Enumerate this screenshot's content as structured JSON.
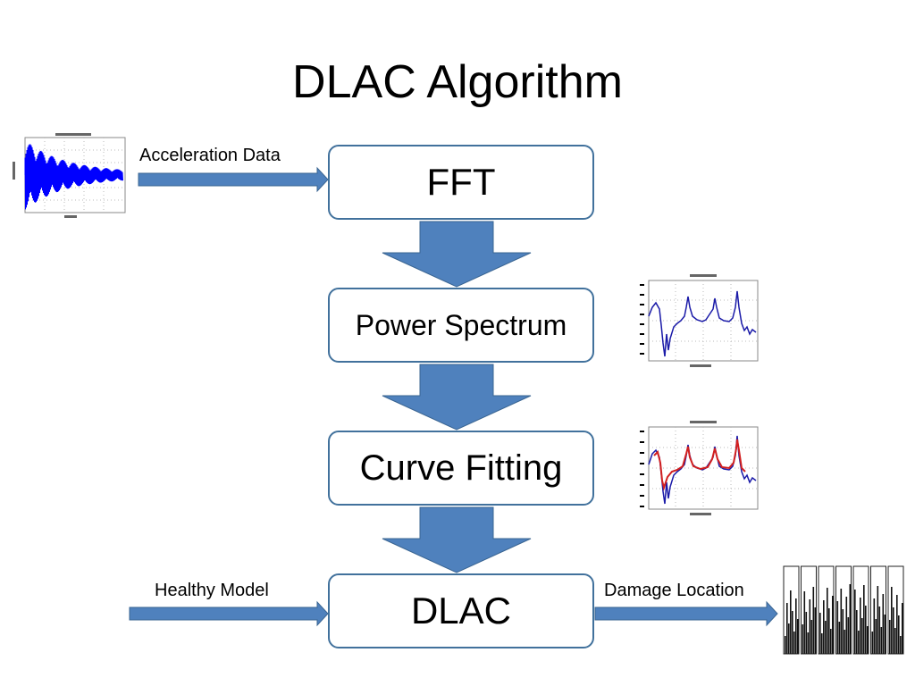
{
  "title": "DLAC Algorithm",
  "steps": [
    {
      "label": "FFT"
    },
    {
      "label": "Power Spectrum"
    },
    {
      "label": "Curve Fitting"
    },
    {
      "label": "DLAC"
    }
  ],
  "inputs": {
    "acceleration": "Acceleration Data",
    "healthy": "Healthy Model"
  },
  "output": {
    "damage": "Damage Location"
  },
  "colors": {
    "arrow": "#4f81bd",
    "arrow_edge": "#3a6592",
    "box_border": "#41719c",
    "signal": "#0000ff",
    "fit": "#d22020"
  },
  "thumbnails": [
    "acceleration-plot",
    "power-spectrum-plot",
    "curve-fit-plot",
    "damage-location-plot"
  ]
}
